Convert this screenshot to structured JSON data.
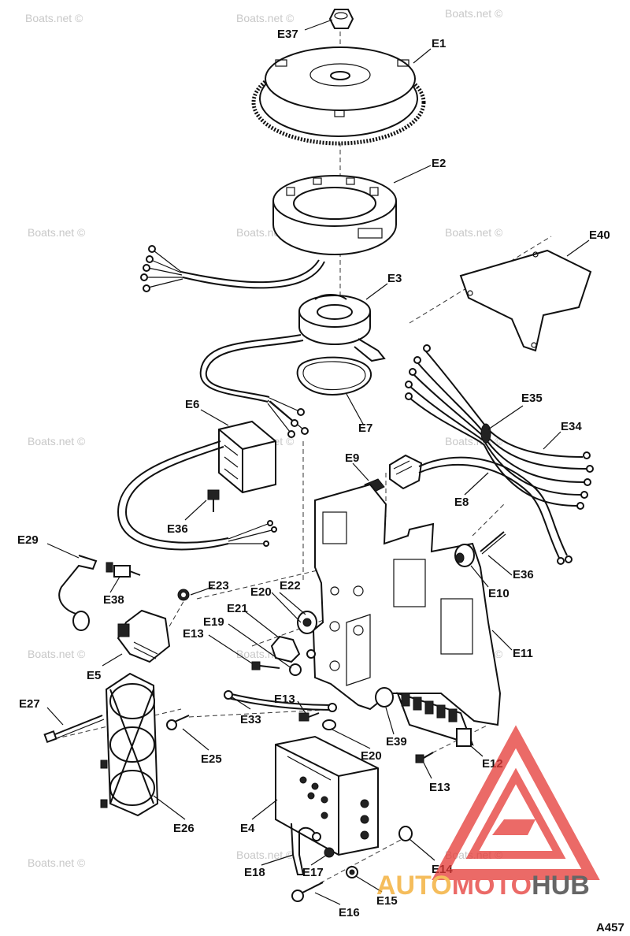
{
  "watermark_text": "Boats.net ©",
  "figure_code": "A457",
  "brand": {
    "part1": "AUTO",
    "part2": "MOTO",
    "part3": "HUB",
    "color_red": "#e53935",
    "color_gold": "#f2a826",
    "color_dark": "#333333"
  },
  "labels": {
    "E1": "E1",
    "E2": "E2",
    "E3": "E3",
    "E4": "E4",
    "E5": "E5",
    "E6": "E6",
    "E7": "E7",
    "E8": "E8",
    "E9": "E9",
    "E10": "E10",
    "E11": "E11",
    "E12": "E12",
    "E13a": "E13",
    "E13b": "E13",
    "E13c": "E13",
    "E14": "E14",
    "E15": "E15",
    "E16": "E16",
    "E17": "E17",
    "E18": "E18",
    "E19": "E19",
    "E20a": "E20",
    "E20b": "E20",
    "E21": "E21",
    "E22": "E22",
    "E23": "E23",
    "E25": "E25",
    "E26": "E26",
    "E27": "E27",
    "E29": "E29",
    "E33": "E33",
    "E34": "E34",
    "E35": "E35",
    "E36a": "E36",
    "E36b": "E36",
    "E37": "E37",
    "E38": "E38",
    "E39": "E39",
    "E40": "E40"
  }
}
